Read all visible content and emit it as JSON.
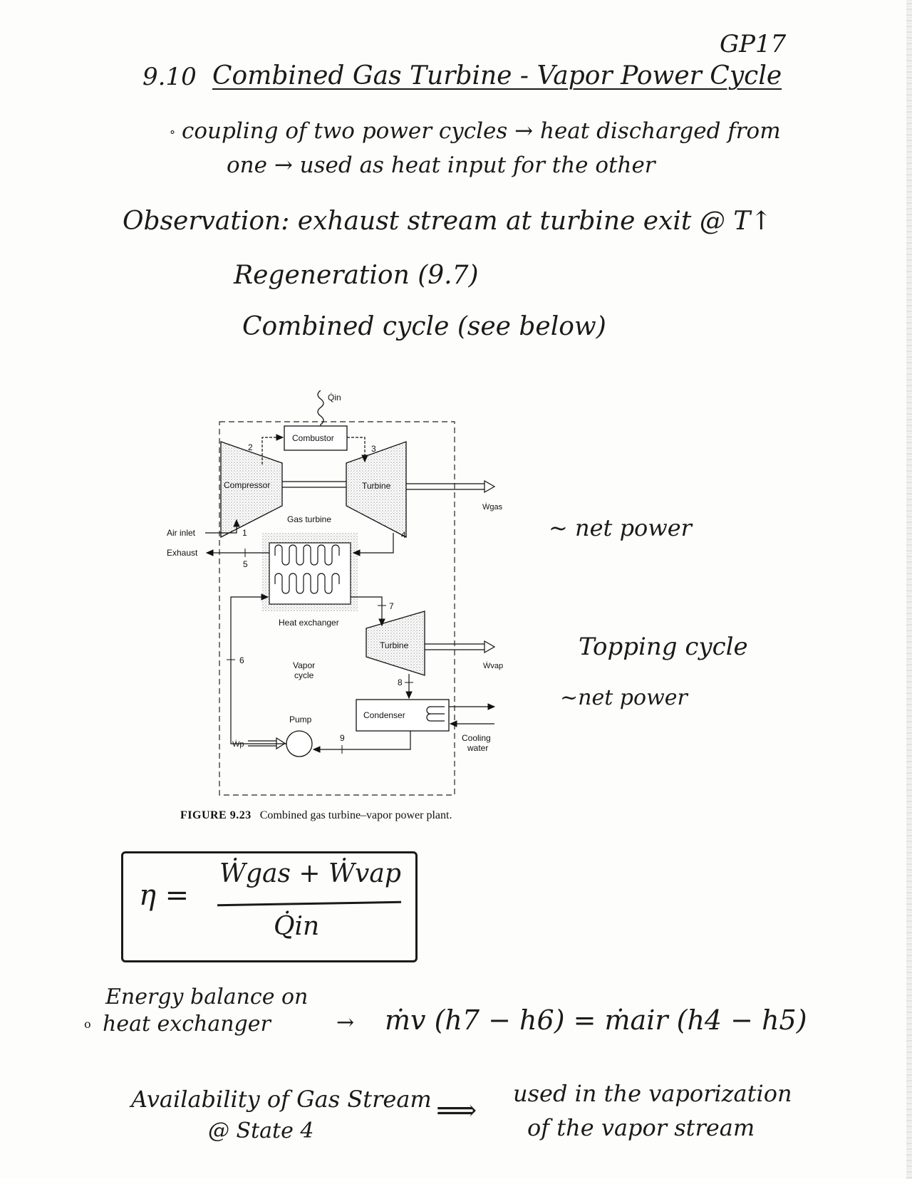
{
  "page": {
    "page_id": "GP17",
    "section_number": "9.10",
    "section_title": "Combined Gas Turbine - Vapor Power Cycle",
    "bullet_line1": "coupling of two power cycles → heat discharged from",
    "bullet_line2": "one → used as heat input for the other",
    "observation": "Observation: exhaust stream at turbine exit @ T↑",
    "regeneration": "Regeneration (9.7)",
    "combined_cycle": "Combined cycle (see below)"
  },
  "figure": {
    "q_in": "Q̇in",
    "combustor": "Combustor",
    "compressor": "Compressor",
    "turbine_gas": "Turbine",
    "gas_turbine": "Gas turbine",
    "air_inlet": "Air inlet",
    "exhaust": "Exhaust",
    "heat_exchanger": "Heat exchanger",
    "turbine_vap": "Turbine",
    "vapor_cycle_1": "Vapor",
    "vapor_cycle_2": "cycle",
    "pump": "Pump",
    "condenser": "Condenser",
    "cooling_1": "Cooling",
    "cooling_2": "water",
    "w_gas": "Ẇgas",
    "w_vap": "Ẇvap",
    "w_p": "Ẇp",
    "states": [
      "1",
      "2",
      "3",
      "4",
      "5",
      "6",
      "7",
      "8",
      "9"
    ],
    "caption_label": "FIGURE 9.23",
    "caption_text": "Combined gas turbine–vapor power plant."
  },
  "notes": {
    "net_power_gas": "~ net power",
    "topping_cycle": "Topping cycle",
    "net_power_vap": "~net power"
  },
  "equation": {
    "eta": "η =",
    "numerator": "Ẇgas + Ẇvap",
    "denominator": "Q̇in"
  },
  "energy_balance": {
    "label_line1": "Energy balance on",
    "label_line2": "heat exchanger",
    "arrow": "→",
    "equation": "ṁv (h7 − h6) = ṁair (h4 − h5)"
  },
  "availability": {
    "line1": "Availability of Gas Stream",
    "line2": "@ State 4",
    "arrow": "⟹",
    "result1": "used in the vaporization",
    "result2": "of the vapor stream"
  },
  "colors": {
    "ink": "#1a1a1a",
    "paper": "#fdfdfc",
    "stipple": "#bdbdbd"
  }
}
